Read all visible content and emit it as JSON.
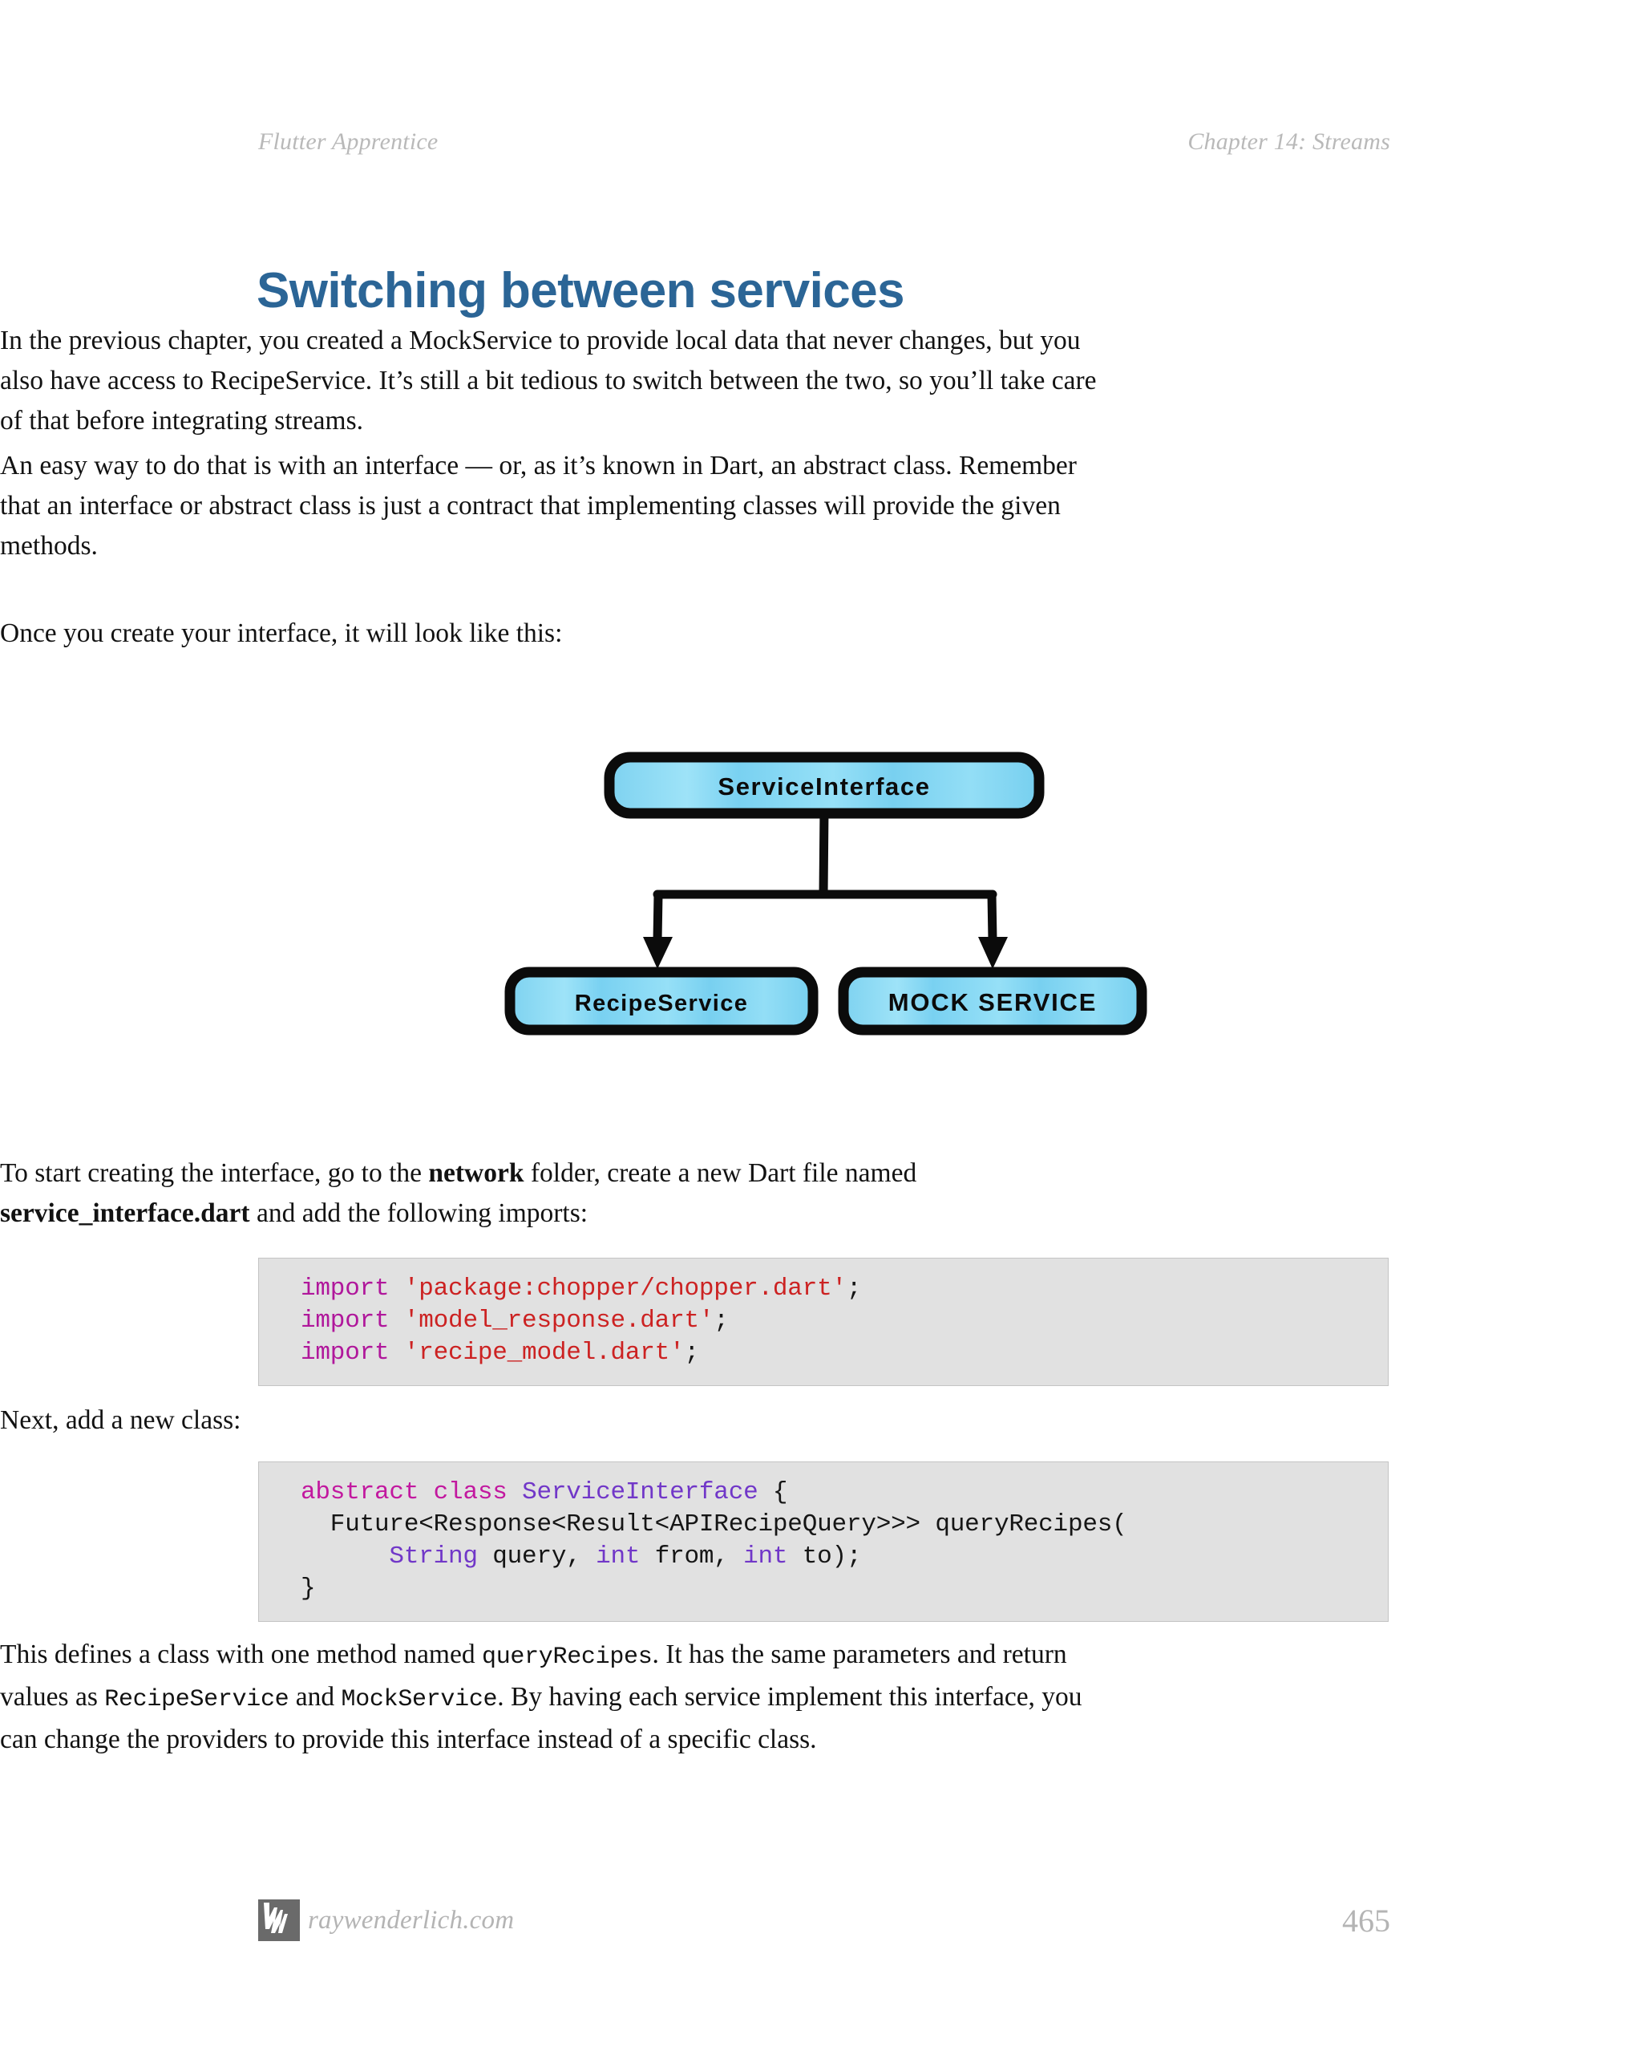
{
  "running_head": {
    "left": "Flutter Apprentice",
    "right": "Chapter 14: Streams"
  },
  "heading": "Switching between services",
  "paragraphs": {
    "p1": "In the previous chapter, you created a MockService to provide local data that never changes, but you also have access to RecipeService. It’s still a bit tedious to switch between the two, so you’ll take care of that before integrating streams.",
    "p2": "An easy way to do that is with an interface — or, as it’s known in Dart, an abstract class. Remember that an interface or abstract class is just a contract that implementing classes will provide the given methods.",
    "p3": "Once you create your interface, it will look like this:",
    "p4_a": "To start creating the interface, go to the ",
    "p4_b": "network",
    "p4_c": " folder, create a new Dart file named ",
    "p4_d": "service_interface.dart",
    "p4_e": " and add the following imports:",
    "p5": "Next, add a new class:",
    "p6_a": "This defines a class with one method named ",
    "p6_b": "queryRecipes",
    "p6_c": ". It has the same parameters and return values as ",
    "p6_d": "RecipeService",
    "p6_e": " and ",
    "p6_f": "MockService",
    "p6_g": ". By having each service implement this interface, you can change the providers to provide this interface instead of a specific class."
  },
  "diagram": {
    "type": "class-hierarchy",
    "nodes": [
      {
        "id": "root",
        "label": "ServiceInterface"
      },
      {
        "id": "left",
        "label": "RecipeService"
      },
      {
        "id": "right",
        "label": "MOCK SERVICE"
      }
    ],
    "edges": [
      {
        "from": "root",
        "to": "left"
      },
      {
        "from": "root",
        "to": "right"
      }
    ],
    "colors": {
      "box_fill": "#79d4f2",
      "box_fill_light": "#9fe2f7",
      "box_stroke": "#0b0b0b",
      "text": "#0b0b0b"
    }
  },
  "code_block_1": {
    "lines": [
      [
        {
          "t": "import",
          "c": "kw-import"
        },
        {
          "t": " ",
          "c": "plain"
        },
        {
          "t": "'package:chopper/chopper.dart'",
          "c": "str"
        },
        {
          "t": ";",
          "c": "plain"
        }
      ],
      [
        {
          "t": "import",
          "c": "kw-import"
        },
        {
          "t": " ",
          "c": "plain"
        },
        {
          "t": "'model_response.dart'",
          "c": "str"
        },
        {
          "t": ";",
          "c": "plain"
        }
      ],
      [
        {
          "t": "import",
          "c": "kw-import"
        },
        {
          "t": " ",
          "c": "plain"
        },
        {
          "t": "'recipe_model.dart'",
          "c": "str"
        },
        {
          "t": ";",
          "c": "plain"
        }
      ]
    ]
  },
  "code_block_2": {
    "lines": [
      [
        {
          "t": "abstract",
          "c": "kw"
        },
        {
          "t": " ",
          "c": "plain"
        },
        {
          "t": "class",
          "c": "kw"
        },
        {
          "t": " ",
          "c": "plain"
        },
        {
          "t": "ServiceInterface",
          "c": "type"
        },
        {
          "t": " {",
          "c": "plain"
        }
      ],
      [
        {
          "t": "  Future<Response<Result<APIRecipeQuery>>> queryRecipes(",
          "c": "plain"
        }
      ],
      [
        {
          "t": "      ",
          "c": "plain"
        },
        {
          "t": "String",
          "c": "type"
        },
        {
          "t": " query, ",
          "c": "plain"
        },
        {
          "t": "int",
          "c": "type"
        },
        {
          "t": " from, ",
          "c": "plain"
        },
        {
          "t": "int",
          "c": "type"
        },
        {
          "t": " to);",
          "c": "plain"
        }
      ],
      [
        {
          "t": "}",
          "c": "plain"
        }
      ]
    ]
  },
  "footer": {
    "brand": "raywenderlich.com",
    "page_number": "465"
  }
}
